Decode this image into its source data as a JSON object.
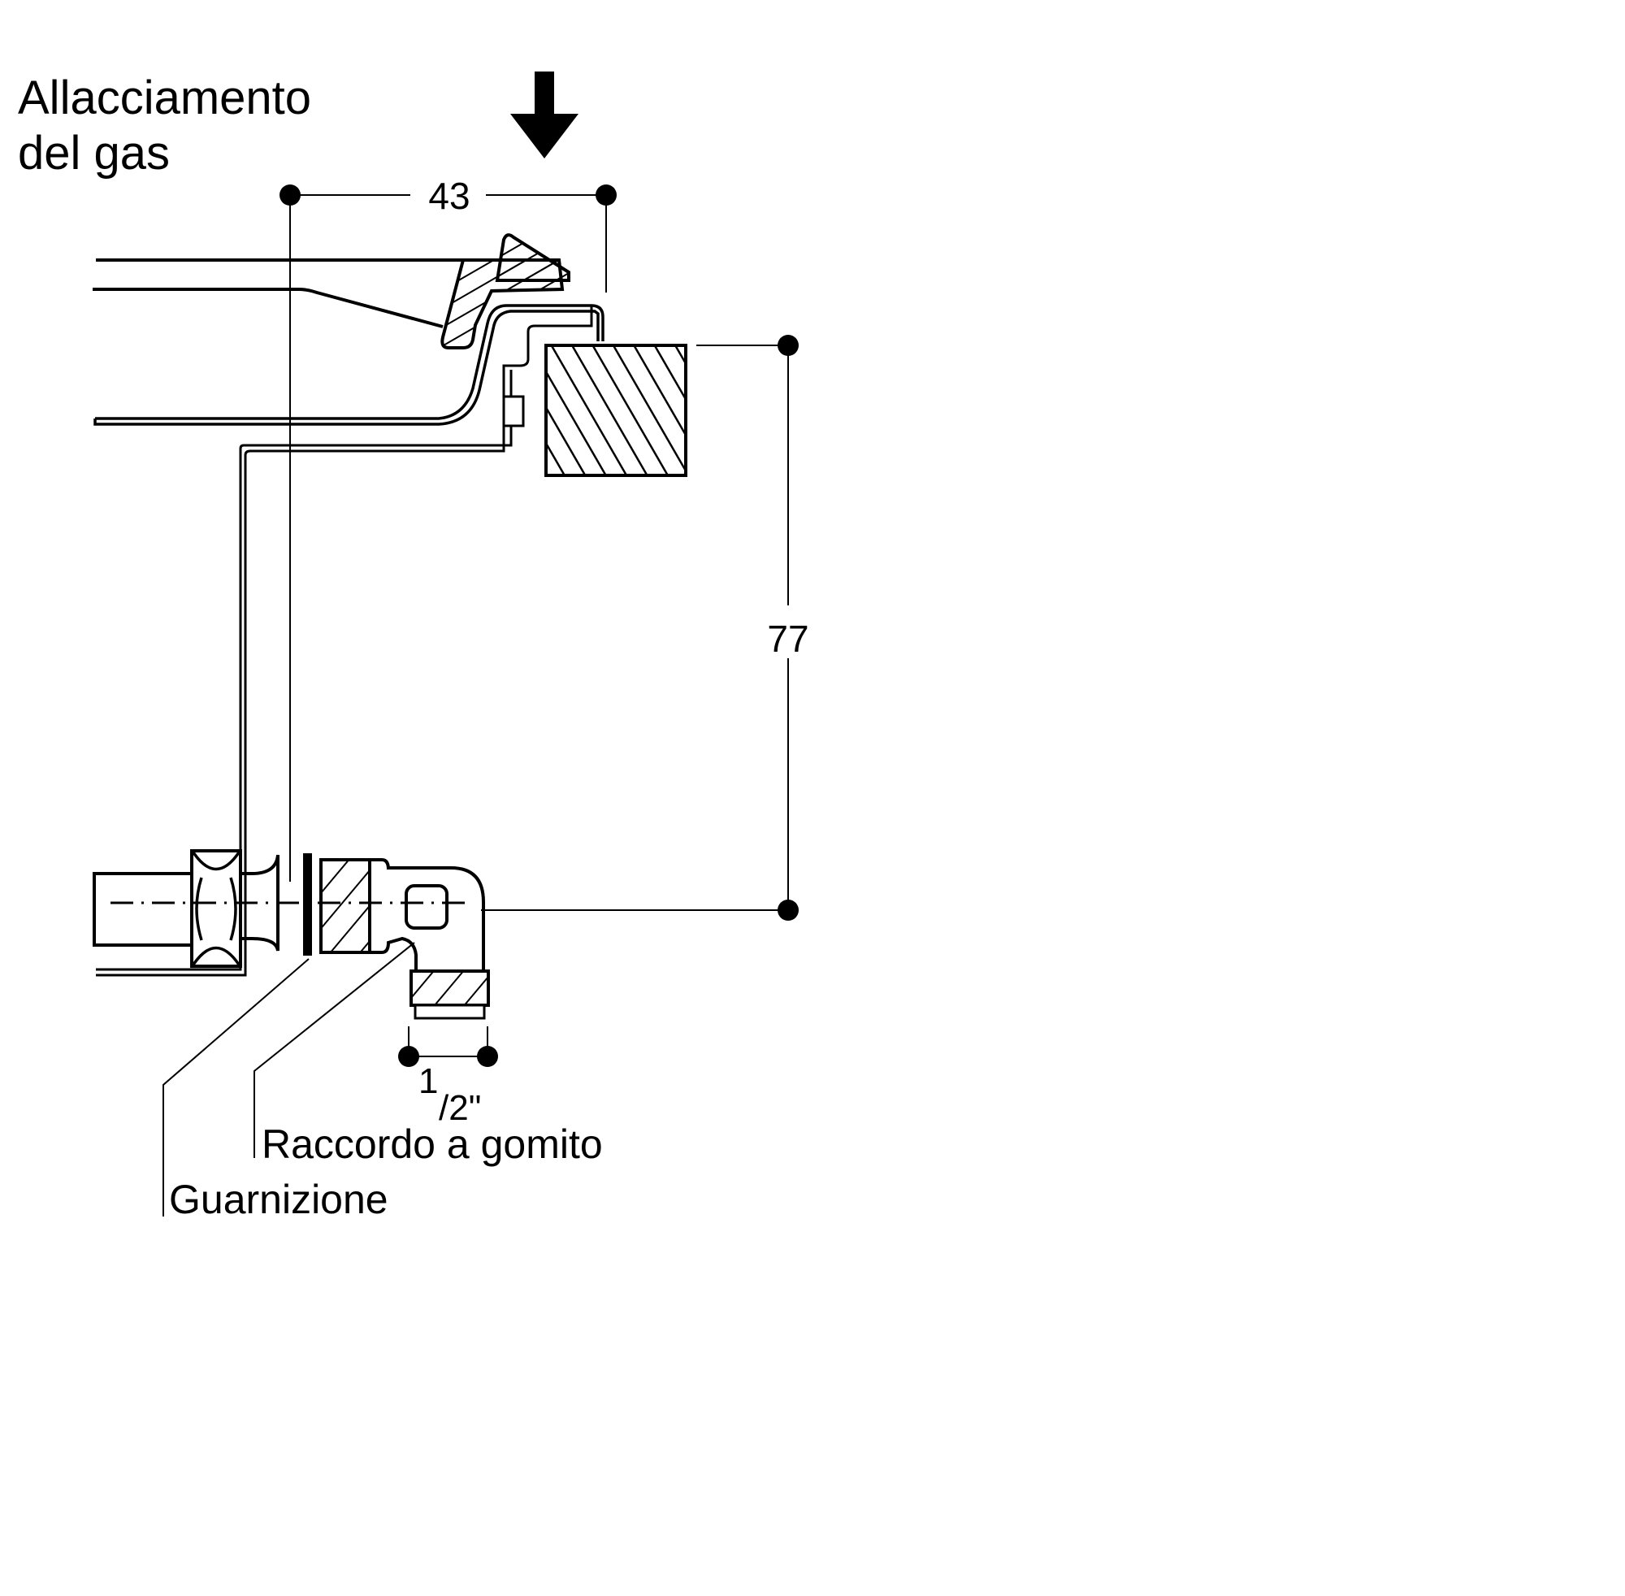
{
  "title": {
    "line1": "Allacciamento",
    "line2": "del gas"
  },
  "dimensions": {
    "horizontal": "43",
    "vertical": "77",
    "thread_num": "1",
    "thread_den": "/2\""
  },
  "labels": {
    "elbow": "Raccordo a gomito",
    "gasket": "Guarnizione"
  },
  "icons": {
    "arrow": "arrow-down-icon"
  },
  "colors": {
    "ink": "#000000",
    "background": "#ffffff"
  }
}
